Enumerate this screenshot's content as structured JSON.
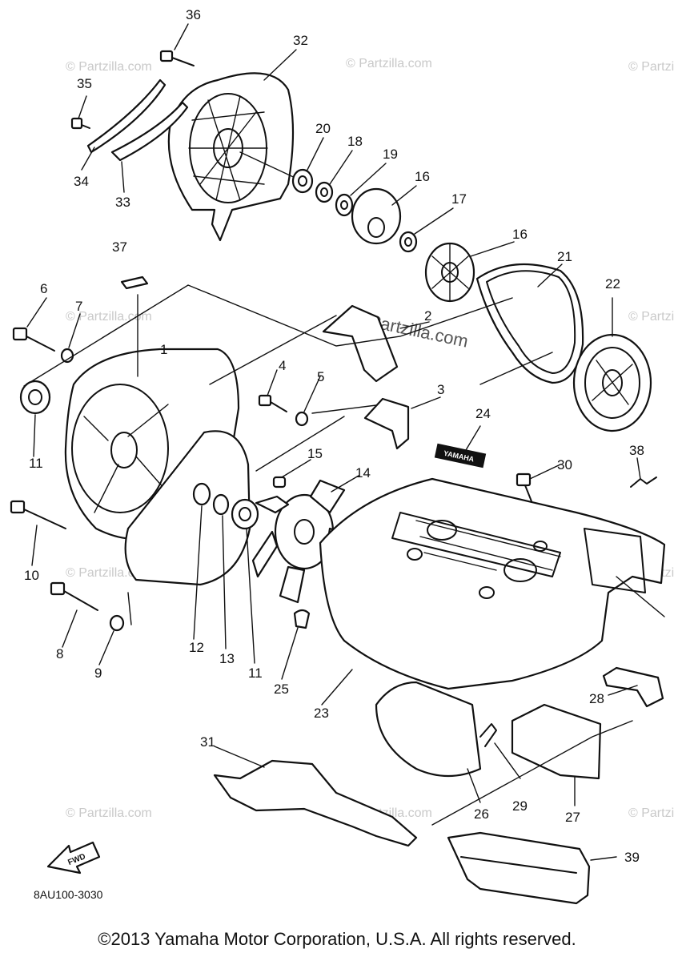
{
  "diagram": {
    "part_code": "8AU100-3030",
    "fwd_label": "FWD",
    "badge_text": "YAMAHA",
    "watermark_center": "© Partzilla.com",
    "watermark": "© Partzilla.com"
  },
  "callouts": [
    "36",
    "35",
    "34",
    "33",
    "32",
    "20",
    "18",
    "19",
    "16",
    "17",
    "16",
    "21",
    "22",
    "37",
    "6",
    "7",
    "1",
    "2",
    "4",
    "5",
    "3",
    "24",
    "30",
    "38",
    "11",
    "15",
    "14",
    "10",
    "8",
    "9",
    "12",
    "13",
    "11",
    "25",
    "23",
    "28",
    "31",
    "26",
    "29",
    "27",
    "39"
  ],
  "footer": {
    "copyright": "©2013  Yamaha Motor Corporation, U.S.A. All rights reserved."
  }
}
